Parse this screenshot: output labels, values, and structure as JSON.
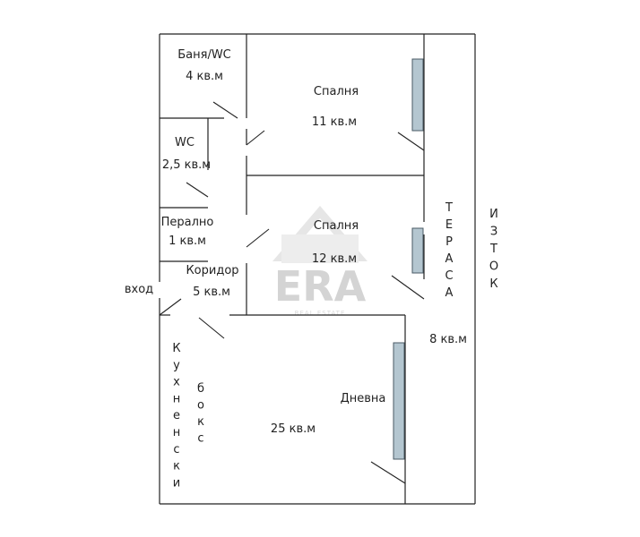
{
  "rooms": {
    "bath": {
      "name": "Баня/WC",
      "area": "4 кв.м"
    },
    "wc": {
      "name": "WC",
      "area": "2,5 кв.м"
    },
    "laundry": {
      "name": "Перално",
      "area": "1 кв.м"
    },
    "corridor": {
      "name": "Коридор",
      "area": "5 кв.м"
    },
    "bedroom1": {
      "name": "Спалня",
      "area": "11 кв.м"
    },
    "bedroom2": {
      "name": "Спалня",
      "area": "12 кв.м"
    },
    "living": {
      "name": "Дневна",
      "area": "25 кв.м"
    },
    "kitchen_box": {
      "name_line1": "Кухненски",
      "name_line2": "бокс"
    },
    "terrace": {
      "name": "ТЕРАСА",
      "area": "8 кв.м"
    }
  },
  "entrance_label": "вход",
  "orientation_label": "ИЗТОК",
  "watermark": {
    "logo": "ERA",
    "tagline": "REAL ESTATE"
  },
  "colors": {
    "window_fill": "#b4c6d0",
    "wall": "#222222"
  }
}
